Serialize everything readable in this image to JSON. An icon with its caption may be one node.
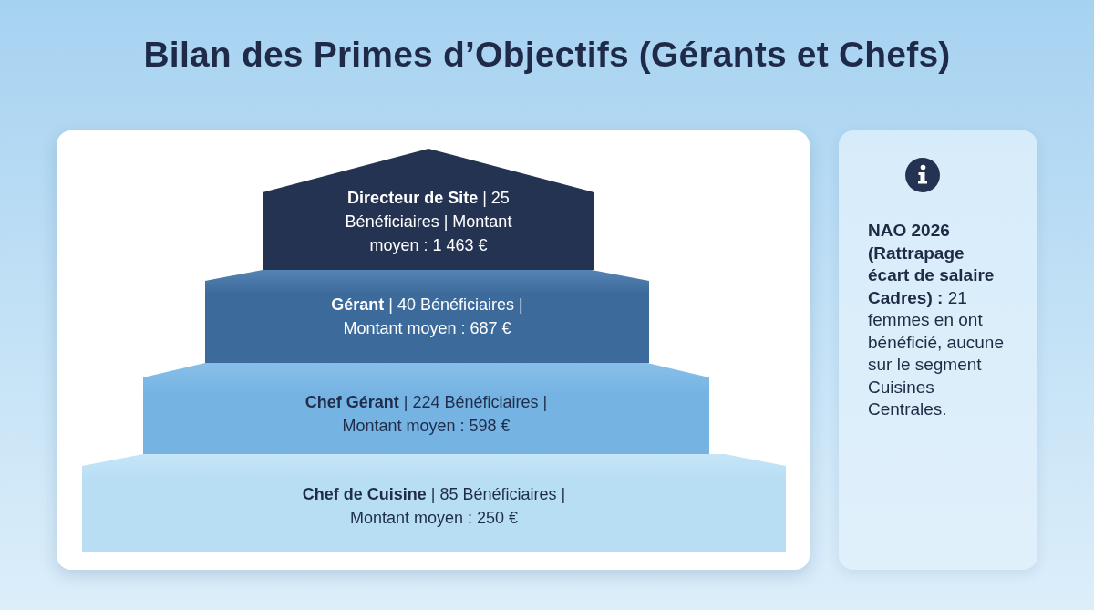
{
  "diagram": {
    "title": "Bilan des Primes d’Objectifs (Gérants et Chefs)",
    "nodes": [
      {
        "text": [
          "**Directeur de Site** | 25 Bénéficiaires | Montant moyen : 1 463 €"
        ]
      },
      {
        "text": [
          "**Gérant** | 40 Bénéficiaires | Montant moyen : 687 €"
        ]
      },
      {
        "text": [
          "**Chef Gérant** | 224 Bénéficiaires | Montant moyen : 598 €"
        ]
      },
      {
        "text": [
          "**Chef de Cuisine** | 85 Bénéficiaires | Montant moyen : 250 €"
        ]
      },
      {
        "text": [
          "**NAO 2026 (Rattrapage écart de salaire Cadres) :** 21 femmes en ont bénéficié, aucune sur le segment Cuisines Centrales."
        ]
      }
    ]
  }
}
